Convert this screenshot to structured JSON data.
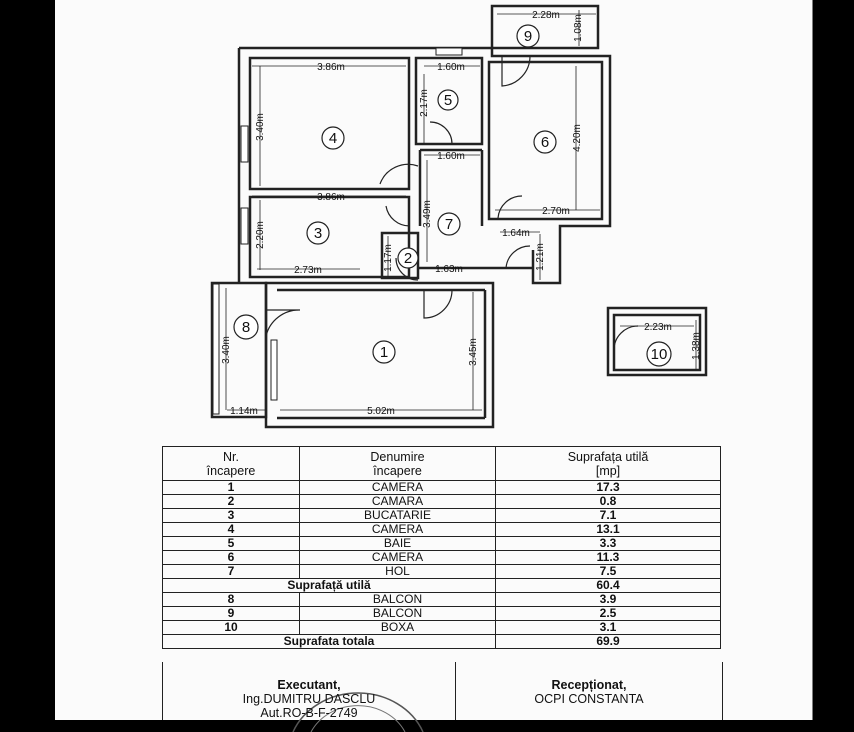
{
  "plan": {
    "dims": {
      "d1": "2.28m",
      "d2": "1.08m",
      "d3": "3.86m",
      "d4": "1.60m",
      "d5": "2.17m",
      "d6": "3.40m",
      "d7": "4.20m",
      "d8": "1.60m",
      "d9": "3.86m",
      "d10": "3.49m",
      "d11": "2.70m",
      "d12": "2.20m",
      "d13": "1.64m",
      "d14": "1.17m",
      "d15": "1.21m",
      "d16": "2.73m",
      "d17": "1.63m",
      "d18": "3.40m",
      "d19": "3.45m",
      "d20": "1.14m",
      "d21": "5.02m",
      "d22": "2.23m",
      "d23": "1.38m"
    },
    "rooms": [
      "1",
      "2",
      "3",
      "4",
      "5",
      "6",
      "7",
      "8",
      "9",
      "10"
    ]
  },
  "table": {
    "header": {
      "col1": "Nr.\nîncapere",
      "col2": "Denumire\nîncapere",
      "col3": "Suprafața utilă\n[mp]"
    },
    "rows": [
      {
        "nr": "1",
        "name": "CAMERA",
        "area": "17.3"
      },
      {
        "nr": "2",
        "name": "CAMARA",
        "area": "0.8"
      },
      {
        "nr": "3",
        "name": "BUCATARIE",
        "area": "7.1"
      },
      {
        "nr": "4",
        "name": "CAMERA",
        "area": "13.1"
      },
      {
        "nr": "5",
        "name": "BAIE",
        "area": "3.3"
      },
      {
        "nr": "6",
        "name": "CAMERA",
        "area": "11.3"
      },
      {
        "nr": "7",
        "name": "HOL",
        "area": "7.5"
      }
    ],
    "subtotal": {
      "label": "Suprafață utilă",
      "value": "60.4"
    },
    "extra_rows": [
      {
        "nr": "8",
        "name": "BALCON",
        "area": "3.9"
      },
      {
        "nr": "9",
        "name": "BALCON",
        "area": "2.5"
      },
      {
        "nr": "10",
        "name": "BOXA",
        "area": "3.1"
      }
    ],
    "total": {
      "label": "Suprafata totala",
      "value": "69.9"
    }
  },
  "footer": {
    "exec_title": "Executant,",
    "exec_name": "Ing.DUMITRU DASCLU",
    "exec_cert": "Aut.RO-B-F-2749",
    "recv_title": "Recepționat,",
    "recv_org": "OCPI CONSTANTA"
  },
  "colors": {
    "paper": "#fbfbfb",
    "ink": "#111111",
    "border": "#000000"
  }
}
